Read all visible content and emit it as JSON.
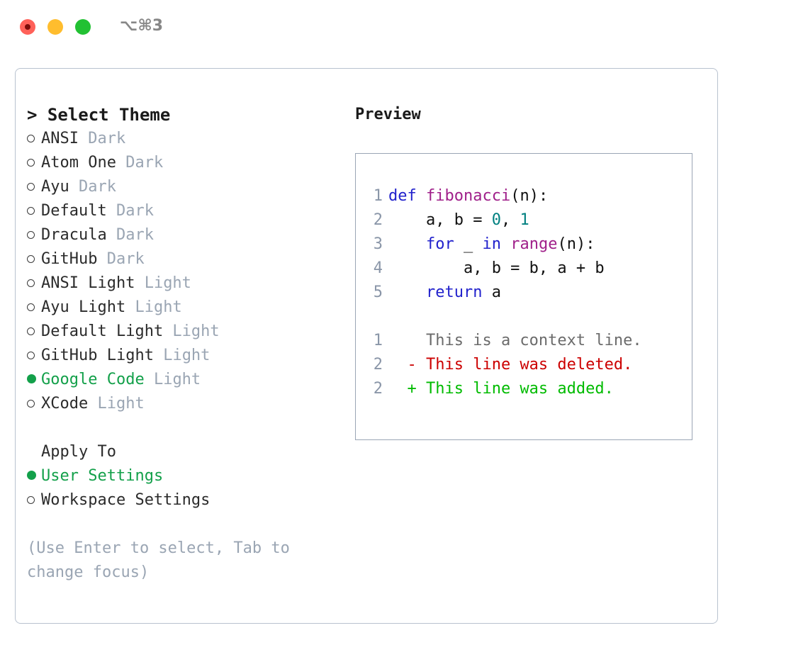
{
  "titlebar": {
    "shortcut": "⌥⌘3",
    "buttons": [
      {
        "name": "close",
        "color": "#ff6159"
      },
      {
        "name": "minimize",
        "color": "#ffbd2e"
      },
      {
        "name": "maximize",
        "color": "#22c133"
      }
    ]
  },
  "theme_picker": {
    "header": "> Select Theme",
    "items": [
      {
        "label": "ANSI",
        "tag": "Dark",
        "selected": false
      },
      {
        "label": "Atom One",
        "tag": "Dark",
        "selected": false
      },
      {
        "label": "Ayu",
        "tag": "Dark",
        "selected": false
      },
      {
        "label": "Default",
        "tag": "Dark",
        "selected": false
      },
      {
        "label": "Dracula",
        "tag": "Dark",
        "selected": false
      },
      {
        "label": "GitHub",
        "tag": "Dark",
        "selected": false
      },
      {
        "label": "ANSI Light",
        "tag": "Light",
        "selected": false
      },
      {
        "label": "Ayu Light",
        "tag": "Light",
        "selected": false
      },
      {
        "label": "Default Light",
        "tag": "Light",
        "selected": false
      },
      {
        "label": "GitHub Light",
        "tag": "Light",
        "selected": false
      },
      {
        "label": "Google Code",
        "tag": "Light",
        "selected": true
      },
      {
        "label": "XCode",
        "tag": "Light",
        "selected": false
      }
    ]
  },
  "apply_to": {
    "header": "Apply To",
    "options": [
      {
        "label": "User Settings",
        "selected": true
      },
      {
        "label": "Workspace Settings",
        "selected": false
      }
    ]
  },
  "hint": "(Use Enter to select, Tab to change focus)",
  "preview": {
    "title": "Preview",
    "code_lines": [
      {
        "no": "1",
        "tokens": [
          {
            "t": "def",
            "c": "kw"
          },
          {
            "t": " ",
            "c": "plain"
          },
          {
            "t": "fibonacci",
            "c": "fn"
          },
          {
            "t": "(n):",
            "c": "plain"
          }
        ]
      },
      {
        "no": "2",
        "tokens": [
          {
            "t": "    a, b = ",
            "c": "plain"
          },
          {
            "t": "0",
            "c": "num"
          },
          {
            "t": ", ",
            "c": "plain"
          },
          {
            "t": "1",
            "c": "num"
          }
        ]
      },
      {
        "no": "3",
        "tokens": [
          {
            "t": "    ",
            "c": "plain"
          },
          {
            "t": "for",
            "c": "kw"
          },
          {
            "t": " _ ",
            "c": "plain"
          },
          {
            "t": "in",
            "c": "kw"
          },
          {
            "t": " ",
            "c": "plain"
          },
          {
            "t": "range",
            "c": "fn"
          },
          {
            "t": "(n):",
            "c": "plain"
          }
        ]
      },
      {
        "no": "4",
        "tokens": [
          {
            "t": "        a, b = b, a + b",
            "c": "plain"
          }
        ]
      },
      {
        "no": "5",
        "tokens": [
          {
            "t": "    ",
            "c": "plain"
          },
          {
            "t": "return",
            "c": "kw"
          },
          {
            "t": " a",
            "c": "plain"
          }
        ]
      }
    ],
    "diff_lines": [
      {
        "no": "1",
        "marker": "  ",
        "text": "This is a context line.",
        "kind": "ctx"
      },
      {
        "no": "2",
        "marker": "- ",
        "text": "This line was deleted.",
        "kind": "del"
      },
      {
        "no": "2",
        "marker": "+ ",
        "text": "This line was added.",
        "kind": "add"
      }
    ]
  },
  "colors": {
    "accent_green": "#13a04a",
    "muted": "#9aa5b3",
    "keyword": "#2222cc",
    "function": "#a0208a",
    "number": "#008080",
    "diff_add": "#00bb00",
    "diff_del": "#cc0000",
    "border": "#9aa5b5"
  }
}
